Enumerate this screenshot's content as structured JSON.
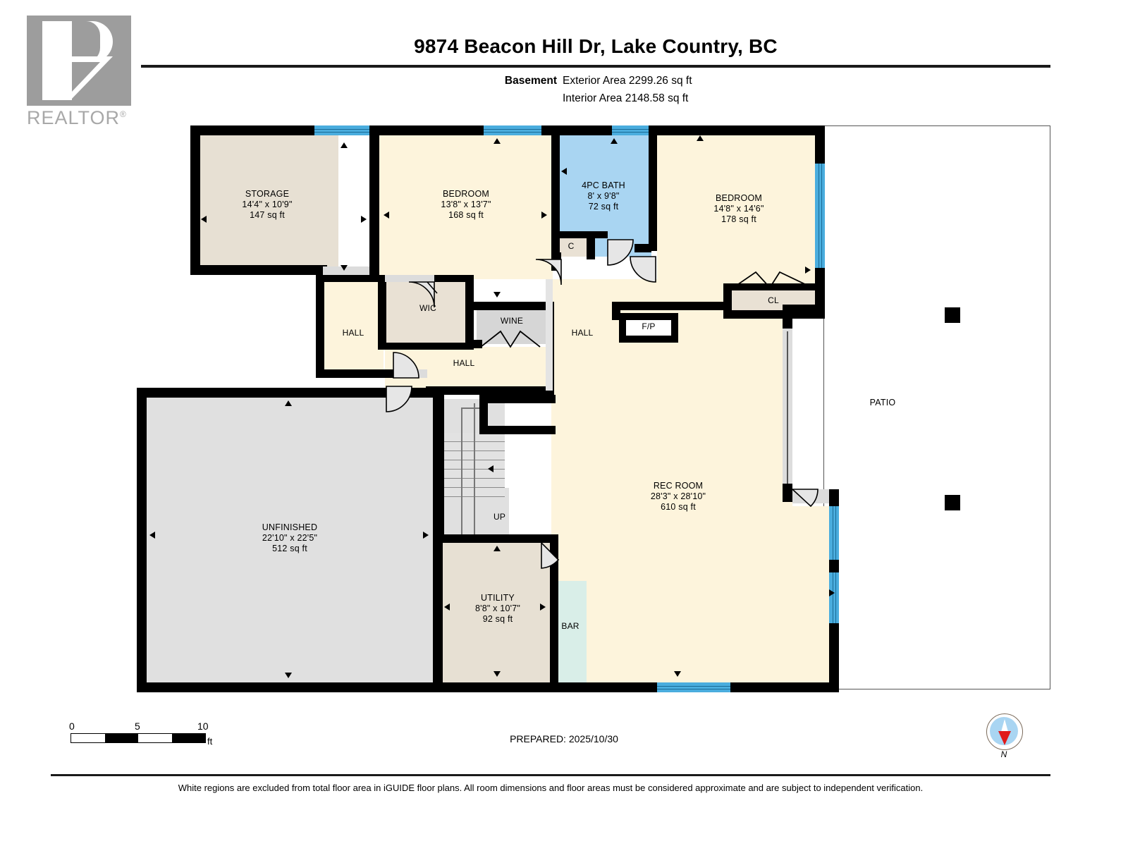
{
  "header": {
    "logo_text": "REALTOR",
    "logo_sup": "®",
    "title": "9874 Beacon Hill Dr, Lake Country, BC",
    "level_label": "Basement",
    "exterior_area": "Exterior Area 2299.26 sq ft",
    "interior_area": "Interior Area 2148.58 sq ft"
  },
  "rooms": [
    {
      "name": "STORAGE",
      "dims": "14'4\" x 10'9\"",
      "area": "147 sq ft"
    },
    {
      "name": "BEDROOM",
      "dims": "13'8\" x 13'7\"",
      "area": "168 sq ft"
    },
    {
      "name": "4PC BATH",
      "dims": "8' x 9'8\"",
      "area": "72 sq ft"
    },
    {
      "name": "BEDROOM",
      "dims": "14'8\" x 14'6\"",
      "area": "178 sq ft"
    },
    {
      "name": "REC ROOM",
      "dims": "28'3\" x 28'10\"",
      "area": "610 sq ft"
    },
    {
      "name": "UNFINISHED",
      "dims": "22'10\" x 22'5\"",
      "area": "512 sq ft"
    },
    {
      "name": "UTILITY",
      "dims": "8'8\" x 10'7\"",
      "area": "92 sq ft"
    }
  ],
  "small_labels": {
    "closet_c": "C",
    "closet_cl": "CL",
    "wic": "WIC",
    "wine": "WINE",
    "hall_1": "HALL",
    "hall_2": "HALL",
    "hall_3": "HALL",
    "fireplace": "F/P",
    "bar": "BAR",
    "patio": "PATIO",
    "stairs_up": "UP"
  },
  "footer": {
    "scale_0": "0",
    "scale_5": "5",
    "scale_10": "10",
    "scale_unit": "ft",
    "prepared": "PREPARED: 2025/10/30",
    "compass_n": "N",
    "disclaimer": "White regions are excluded from total floor area in iGUIDE floor plans. All room dimensions and floor areas must be considered approximate and are subject to independent verification."
  },
  "colors": {
    "wall": "#000000",
    "window": "#4aadde",
    "bath_fill": "#a9d5f2",
    "bedroom_fill": "#fdf4dc",
    "storage_fill": "#e7e0d3",
    "unfinished_fill": "#e0e0e0",
    "bar_fill": "#d9eee8",
    "logo_grey": "#9d9d9d",
    "compass_red": "#e01b1b"
  }
}
